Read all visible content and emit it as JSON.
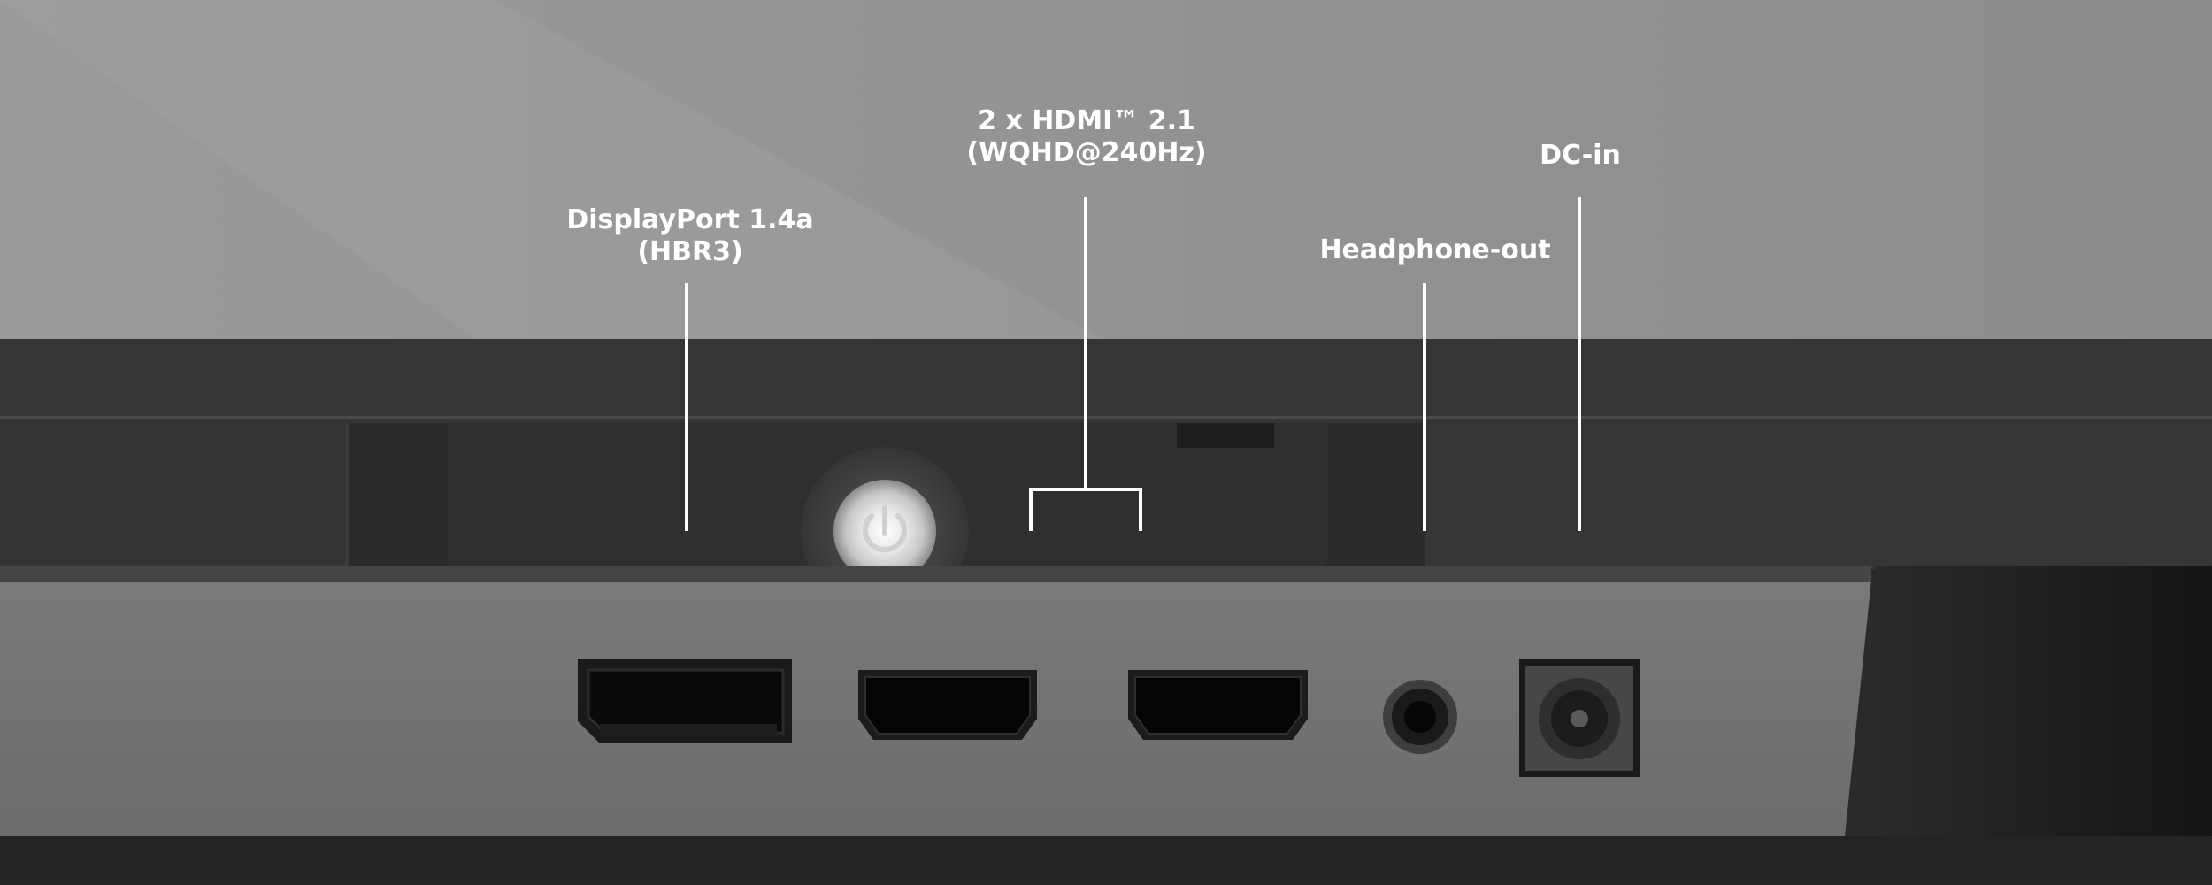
{
  "labels": {
    "displayport": {
      "line1": "DisplayPort 1.4a",
      "line2": "(HBR3)"
    },
    "hdmi": {
      "line1": "2 x HDMI™ 2.1",
      "line2": "(WQHD@240Hz)"
    },
    "dc_in": {
      "line1": "DC-in"
    },
    "headphone": {
      "line1": "Headphone-out"
    }
  },
  "ports": [
    "displayport-port",
    "hdmi-port",
    "hdmi-port",
    "headphone-jack",
    "dc-in-jack"
  ],
  "icons": {
    "power": "power-icon"
  },
  "colors": {
    "label_text": "#ffffff",
    "callout_line": "#ffffff",
    "power_glow": "#e8e8e8"
  }
}
